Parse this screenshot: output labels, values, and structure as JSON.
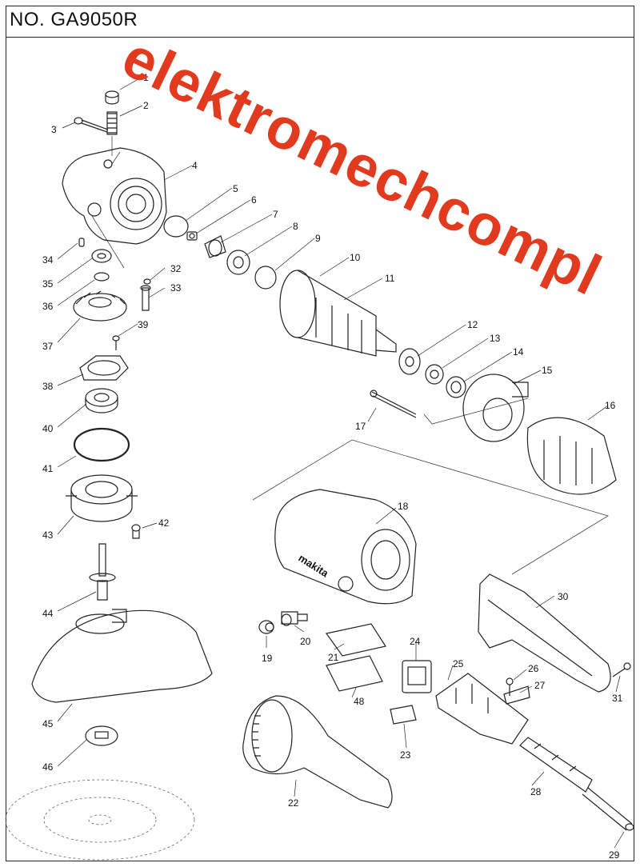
{
  "title": "NO. GA9050R",
  "watermark": "elektromechcompl",
  "brand_mark": "makita",
  "parts": [
    {
      "id": "p1",
      "n": "1"
    },
    {
      "id": "p2",
      "n": "2"
    },
    {
      "id": "p3",
      "n": "3"
    },
    {
      "id": "p4",
      "n": "4"
    },
    {
      "id": "p5",
      "n": "5"
    },
    {
      "id": "p6",
      "n": "6"
    },
    {
      "id": "p7",
      "n": "7"
    },
    {
      "id": "p8",
      "n": "8"
    },
    {
      "id": "p9",
      "n": "9"
    },
    {
      "id": "p10",
      "n": "10"
    },
    {
      "id": "p11",
      "n": "11"
    },
    {
      "id": "p12",
      "n": "12"
    },
    {
      "id": "p13",
      "n": "13"
    },
    {
      "id": "p14",
      "n": "14"
    },
    {
      "id": "p15",
      "n": "15"
    },
    {
      "id": "p16",
      "n": "16"
    },
    {
      "id": "p17",
      "n": "17"
    },
    {
      "id": "p18",
      "n": "18"
    },
    {
      "id": "p19",
      "n": "19"
    },
    {
      "id": "p20",
      "n": "20"
    },
    {
      "id": "p21",
      "n": "21"
    },
    {
      "id": "p22",
      "n": "22"
    },
    {
      "id": "p23",
      "n": "23"
    },
    {
      "id": "p24",
      "n": "24"
    },
    {
      "id": "p25",
      "n": "25"
    },
    {
      "id": "p26",
      "n": "26"
    },
    {
      "id": "p27",
      "n": "27"
    },
    {
      "id": "p28",
      "n": "28"
    },
    {
      "id": "p29",
      "n": "29"
    },
    {
      "id": "p30",
      "n": "30"
    },
    {
      "id": "p31",
      "n": "31"
    },
    {
      "id": "p32",
      "n": "32"
    },
    {
      "id": "p33",
      "n": "33"
    },
    {
      "id": "p34",
      "n": "34"
    },
    {
      "id": "p35",
      "n": "35"
    },
    {
      "id": "p36",
      "n": "36"
    },
    {
      "id": "p37",
      "n": "37"
    },
    {
      "id": "p38",
      "n": "38"
    },
    {
      "id": "p39",
      "n": "39"
    },
    {
      "id": "p40",
      "n": "40"
    },
    {
      "id": "p41",
      "n": "41"
    },
    {
      "id": "p42",
      "n": "42"
    },
    {
      "id": "p43",
      "n": "43"
    },
    {
      "id": "p44",
      "n": "44"
    },
    {
      "id": "p45",
      "n": "45"
    },
    {
      "id": "p46",
      "n": "46"
    }
  ]
}
